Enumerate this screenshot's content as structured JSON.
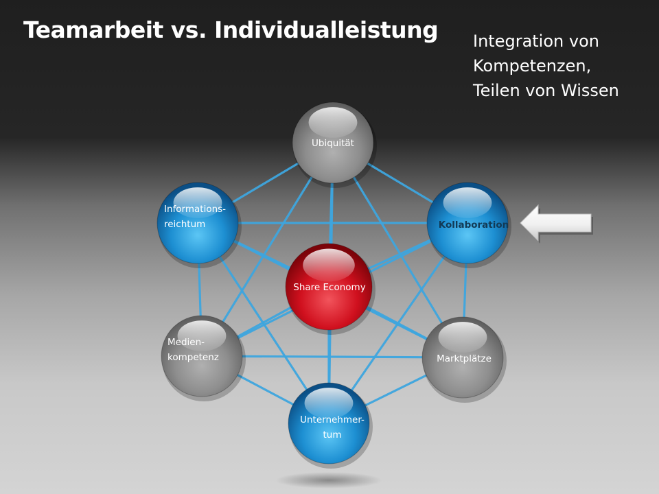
{
  "title": "Teamarbeit vs. Individualleistung",
  "note": [
    "Integration von",
    "Kompetenzen,",
    "Teilen von Wissen"
  ],
  "colors": {
    "line": "#3ea6df",
    "sphere_gray": "#8c8c8c",
    "sphere_blue": "#1e8fd0",
    "sphere_red": "#d0101e"
  },
  "nodes": [
    {
      "id": "ubiquitaet",
      "lines": [
        "Ubiquität"
      ],
      "style": "gray"
    },
    {
      "id": "informationsreichtum",
      "lines": [
        "Informations-",
        "reichtum"
      ],
      "style": "blue"
    },
    {
      "id": "kollaboration",
      "lines": [
        "Kollaboration"
      ],
      "style": "blue",
      "emphasis": true
    },
    {
      "id": "share-economy",
      "lines": [
        "Share Economy"
      ],
      "style": "red"
    },
    {
      "id": "medienkompetenz",
      "lines": [
        "Medien-",
        "kompetenz"
      ],
      "style": "gray"
    },
    {
      "id": "marktplaetze",
      "lines": [
        "Marktplätze"
      ],
      "style": "gray"
    },
    {
      "id": "unternehmertum",
      "lines": [
        "Unternehmer-",
        "tum"
      ],
      "style": "blue"
    }
  ],
  "connections": [
    [
      "ubiquitaet",
      "informationsreichtum"
    ],
    [
      "ubiquitaet",
      "kollaboration"
    ],
    [
      "ubiquitaet",
      "share-economy"
    ],
    [
      "ubiquitaet",
      "medienkompetenz"
    ],
    [
      "ubiquitaet",
      "marktplaetze"
    ],
    [
      "ubiquitaet",
      "unternehmertum"
    ],
    [
      "informationsreichtum",
      "kollaboration"
    ],
    [
      "informationsreichtum",
      "medienkompetenz"
    ],
    [
      "informationsreichtum",
      "share-economy"
    ],
    [
      "informationsreichtum",
      "marktplaetze"
    ],
    [
      "informationsreichtum",
      "unternehmertum"
    ],
    [
      "kollaboration",
      "share-economy"
    ],
    [
      "kollaboration",
      "marktplaetze"
    ],
    [
      "kollaboration",
      "medienkompetenz"
    ],
    [
      "kollaboration",
      "unternehmertum"
    ],
    [
      "share-economy",
      "medienkompetenz"
    ],
    [
      "share-economy",
      "marktplaetze"
    ],
    [
      "share-economy",
      "unternehmertum"
    ],
    [
      "medienkompetenz",
      "marktplaetze"
    ],
    [
      "medienkompetenz",
      "unternehmertum"
    ],
    [
      "marktplaetze",
      "unternehmertum"
    ]
  ],
  "pointer": {
    "target": "kollaboration",
    "direction": "left"
  }
}
